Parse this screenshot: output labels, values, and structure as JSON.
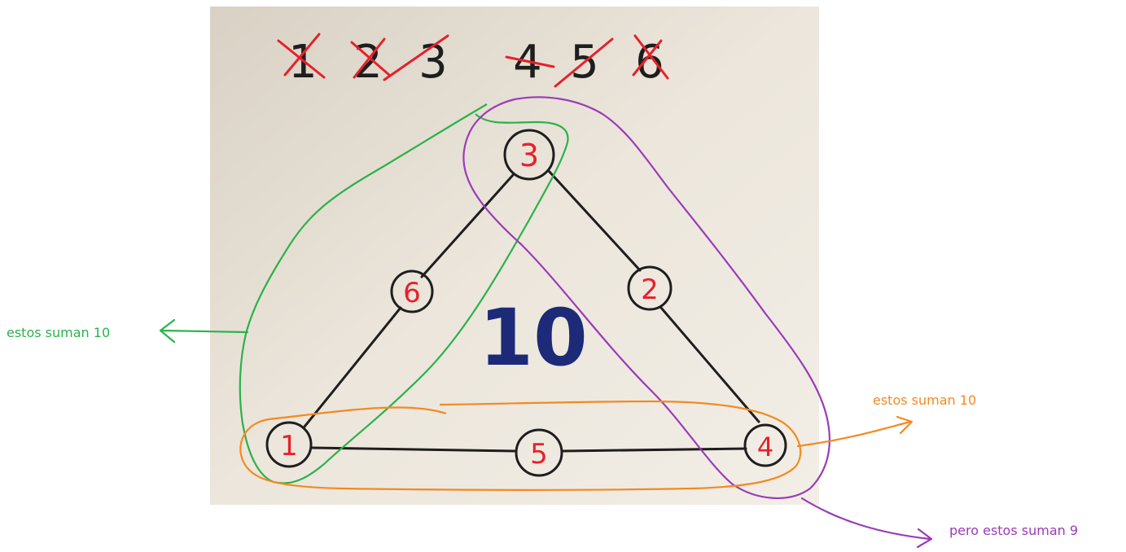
{
  "number_row": [
    "1",
    "2",
    "3",
    "4",
    "5",
    "6"
  ],
  "nodes": {
    "top": "3",
    "upper_left": "6",
    "upper_right": "2",
    "bottom_left": "1",
    "bottom_middle": "5",
    "bottom_right": "4"
  },
  "center_number": "10",
  "annotations": {
    "left_group": "estos suman 10",
    "bottom_group": "estos suman 10",
    "right_group": "pero estos suman 9"
  },
  "colors": {
    "paper": "#e9e2d6",
    "ink": "#1e1e1e",
    "red": "#e5212b",
    "blue": "#1c2a78",
    "green": "#2bb24a",
    "orange": "#f28a22",
    "purple": "#9a3bb8"
  }
}
